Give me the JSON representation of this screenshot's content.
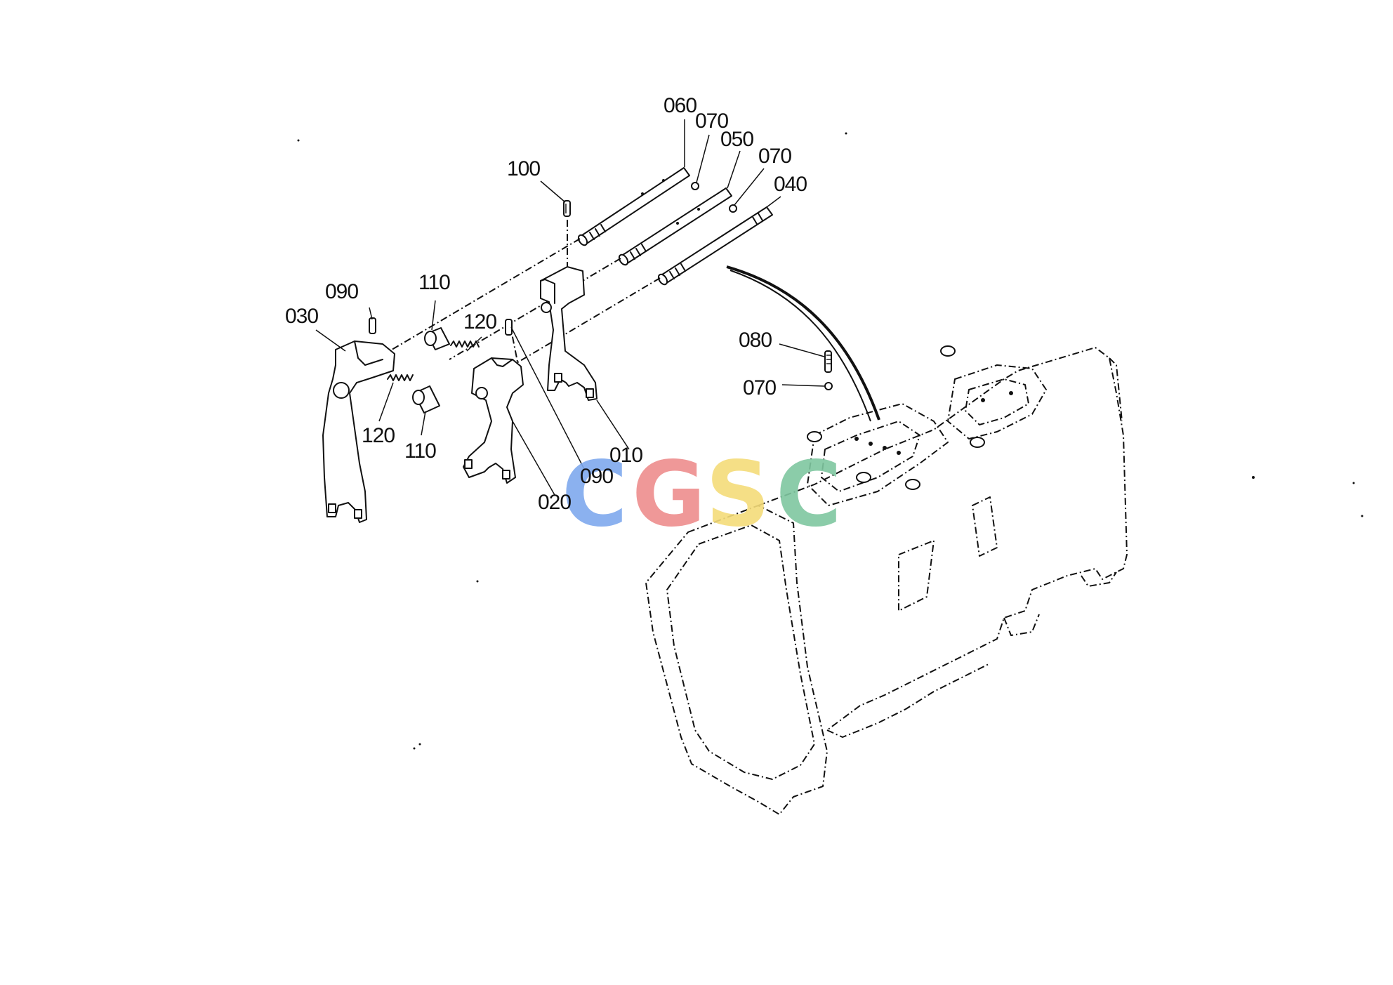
{
  "callouts": [
    {
      "id": "c060",
      "label": "060"
    },
    {
      "id": "c070a",
      "label": "070"
    },
    {
      "id": "c050",
      "label": "050"
    },
    {
      "id": "c070b",
      "label": "070"
    },
    {
      "id": "c040",
      "label": "040"
    },
    {
      "id": "c100",
      "label": "100"
    },
    {
      "id": "c090a",
      "label": "090"
    },
    {
      "id": "c110a",
      "label": "110"
    },
    {
      "id": "c030",
      "label": "030"
    },
    {
      "id": "c120a",
      "label": "120"
    },
    {
      "id": "c120b",
      "label": "120"
    },
    {
      "id": "c110b",
      "label": "110"
    },
    {
      "id": "c080",
      "label": "080"
    },
    {
      "id": "c070c",
      "label": "070"
    },
    {
      "id": "c010",
      "label": "010"
    },
    {
      "id": "c090b",
      "label": "090"
    },
    {
      "id": "c020",
      "label": "020"
    }
  ],
  "watermark": {
    "letters": [
      "C",
      "G",
      "S",
      "C"
    ],
    "colors": [
      "#7fa9ee",
      "#ee8d8d",
      "#f5dc7a",
      "#7fc7a0"
    ]
  }
}
